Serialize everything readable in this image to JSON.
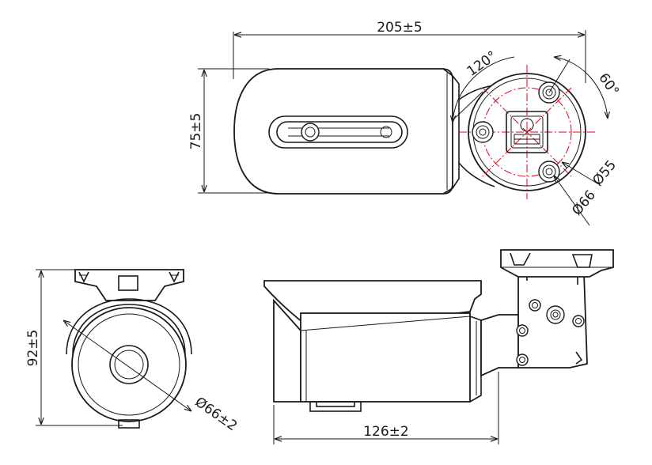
{
  "dimensions": {
    "total_length": "205±5",
    "height_top": "75±5",
    "base_diameter": "Ø55",
    "base_outer_diameter": "Ø66",
    "angle_upper": "120°",
    "angle_right": "60°",
    "front_height": "92±5",
    "front_diameter": "Ø66±2",
    "side_length": "126±2"
  },
  "colors": {
    "line": "#1a1a1a",
    "centerline": "#e0001a",
    "background": "#ffffff"
  }
}
